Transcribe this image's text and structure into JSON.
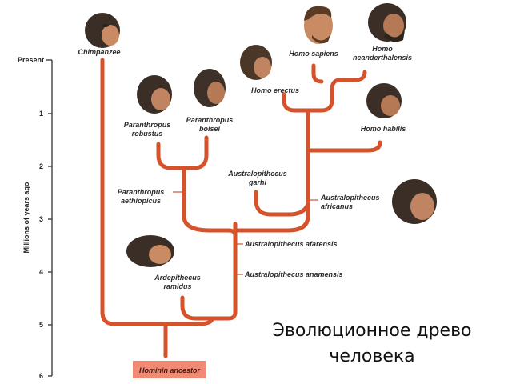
{
  "axis": {
    "present_label": "Present",
    "title": "Millions of years ago",
    "ticks": [
      "1",
      "2",
      "3",
      "4",
      "5",
      "6"
    ]
  },
  "species": {
    "chimpanzee": "Chimpanzee",
    "homo_sapiens": "Homo sapiens",
    "homo_neanderthalensis_1": "Homo",
    "homo_neanderthalensis_2": "neanderthalensis",
    "homo_erectus": "Homo erectus",
    "homo_habilis": "Homo habilis",
    "paranthropus_robustus_1": "Paranthropus",
    "paranthropus_robustus_2": "robustus",
    "paranthropus_boisei_1": "Paranthropus",
    "paranthropus_boisei_2": "boisei",
    "australopithecus_garhi_1": "Australopithecus",
    "australopithecus_garhi_2": "garhi",
    "australopithecus_africanus_1": "Australopithecus",
    "australopithecus_africanus_2": "africanus",
    "paranthropus_aethiopicus_1": "Paranthropus",
    "paranthropus_aethiopicus_2": "aethiopicus",
    "australopithecus_afarensis": "Australopithecus afarensis",
    "australopithecus_anamensis": "Australopithecus anamensis",
    "ardepithecus_ramidus_1": "Ardepithecus",
    "ardepithecus_ramidus_2": "ramidus"
  },
  "root_label": "Hominin ancestor",
  "caption": {
    "line1": "Эволюционное древо",
    "line2": "человека"
  },
  "colors": {
    "branch": "#d6522a",
    "root_box": "#f08a74",
    "skin": "#c98b63",
    "hair": "#3a2e27"
  }
}
